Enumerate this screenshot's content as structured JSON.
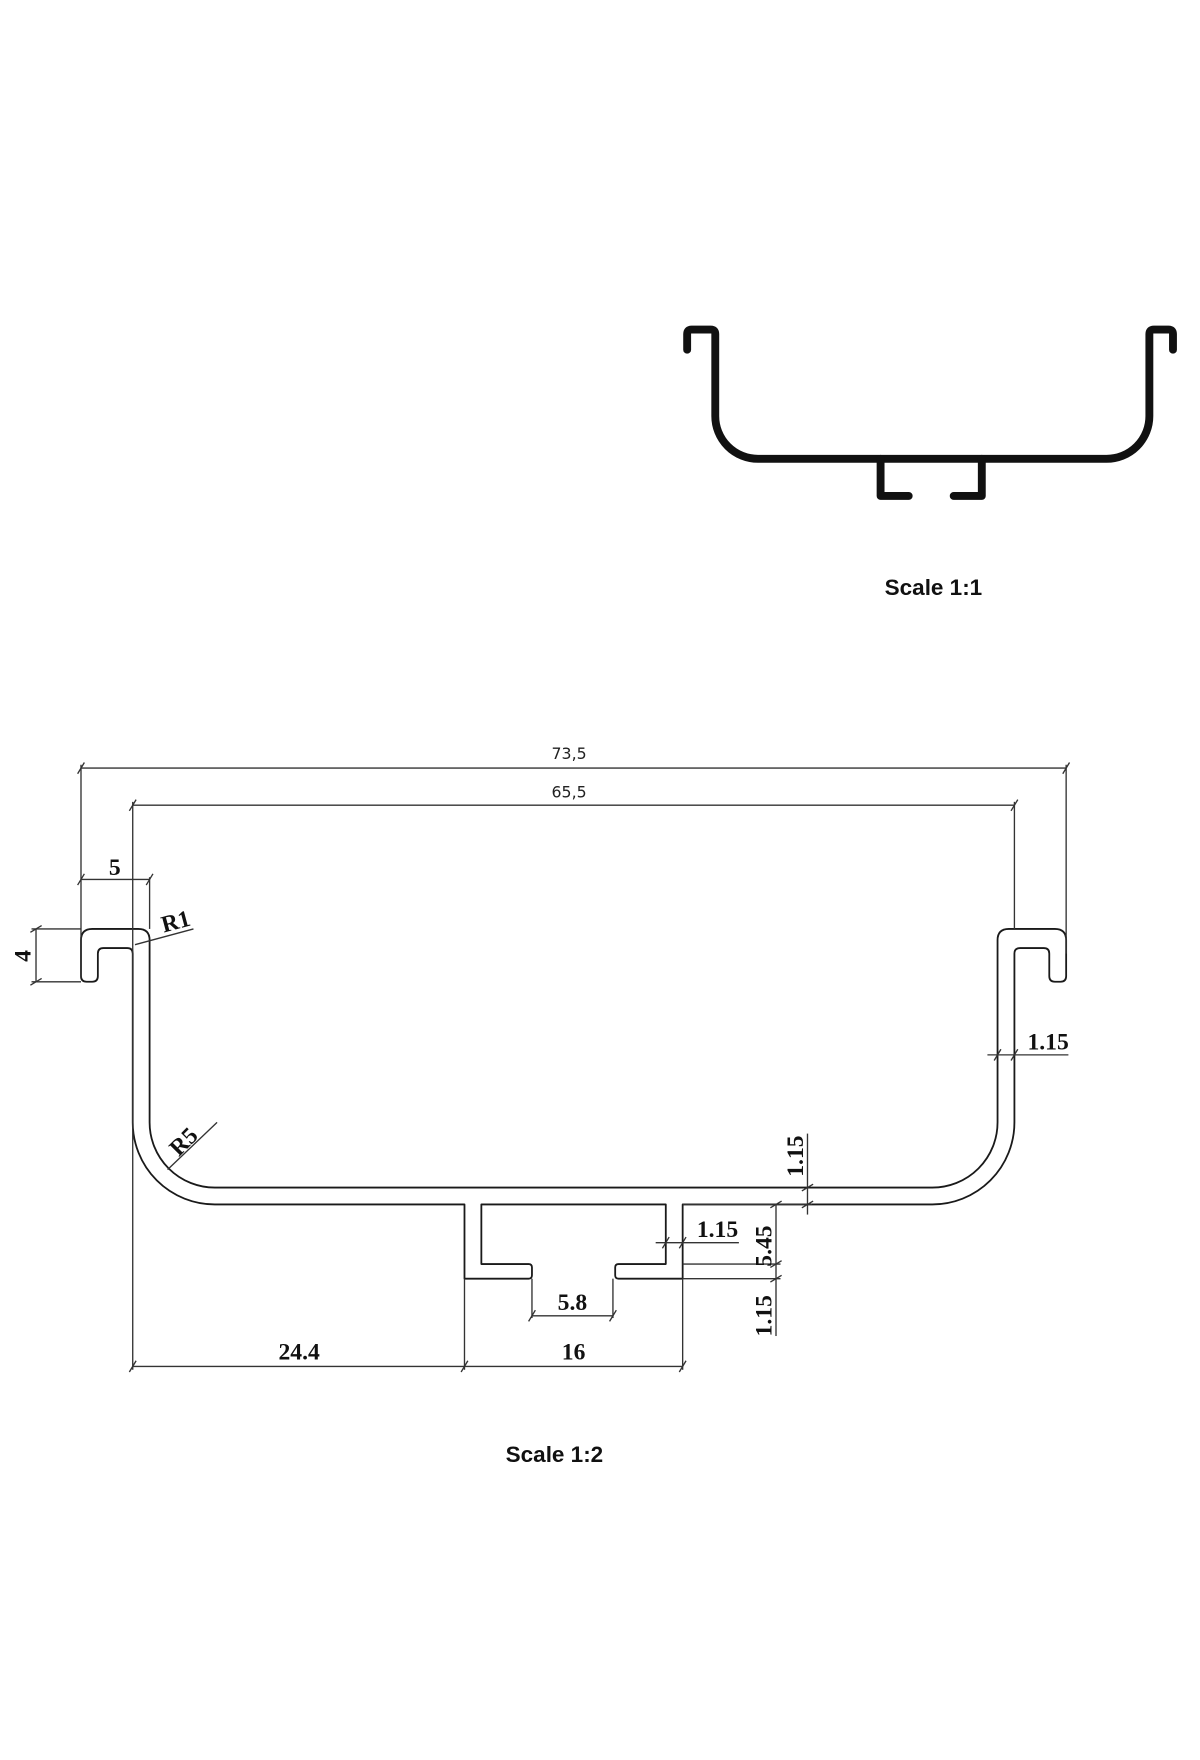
{
  "drawings": {
    "small": {
      "caption": "Scale 1:1"
    },
    "large": {
      "caption": "Scale 1:2",
      "dimensions": {
        "overall_width": "73,5",
        "inner_width": "65,5",
        "hook_width": "5",
        "hook_height": "4",
        "hook_radius": "R1",
        "corner_radius": "R5",
        "wall_thickness": "1.15",
        "base_thickness": "1.15",
        "stem_thickness": "1.15",
        "stem_height": "5.45",
        "foot_thickness": "1.15",
        "foot_gap": "5.8",
        "left_offset": "24.4",
        "stem_spacing": "16"
      }
    }
  }
}
